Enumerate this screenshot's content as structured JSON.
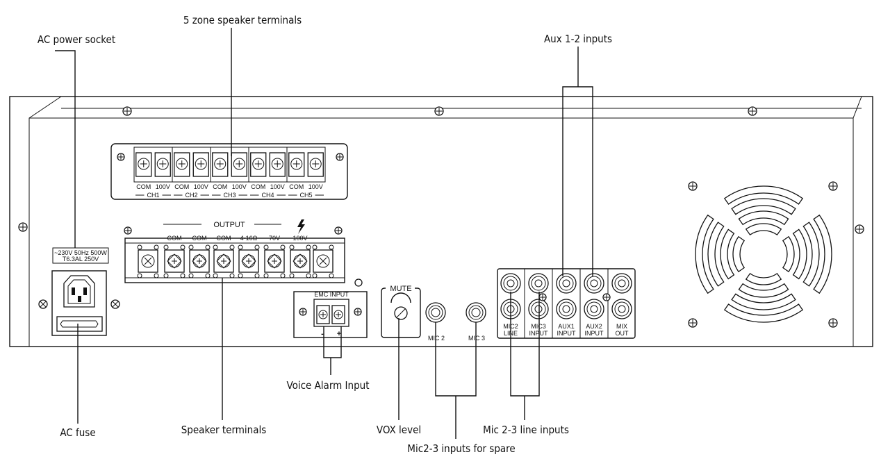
{
  "callouts": {
    "ac_power_socket": "AC power socket",
    "zone_terminals": "5 zone speaker terminals",
    "aux_inputs": "Aux 1-2 inputs",
    "ac_fuse": "AC fuse",
    "speaker_terminals": "Speaker terminals",
    "voice_alarm": "Voice Alarm Input",
    "vox_level": "VOX level",
    "mic_spare": "Mic2-3 inputs for spare",
    "mic_line": "Mic 2-3 line inputs"
  },
  "zone_strip": {
    "terminal_labels": [
      "COM",
      "100V",
      "COM",
      "100V",
      "COM",
      "100V",
      "COM",
      "100V",
      "COM",
      "100V"
    ],
    "channels": [
      "CH1",
      "CH2",
      "CH3",
      "CH4",
      "CH5"
    ]
  },
  "output_block": {
    "title": "OUTPUT",
    "labels": [
      "COM",
      "COM",
      "COM",
      "4-16Ω",
      "70V",
      "100V"
    ]
  },
  "power_label": {
    "line1": "~230V  50Hz  500W",
    "line2": "T6.3AL  250V"
  },
  "emc": {
    "title": "EMC INPUT",
    "minus": "-",
    "plus": "+"
  },
  "mute_label": "MUTE",
  "mic_jacks": [
    "MIC 2",
    "MIC 3"
  ],
  "rca_block": {
    "top": [
      "MIC2",
      "MIC3",
      "AUX1",
      "AUX2",
      "MIX"
    ],
    "bottom": [
      "LINE",
      "INPUT",
      "INPUT",
      "INPUT",
      "OUT"
    ]
  }
}
